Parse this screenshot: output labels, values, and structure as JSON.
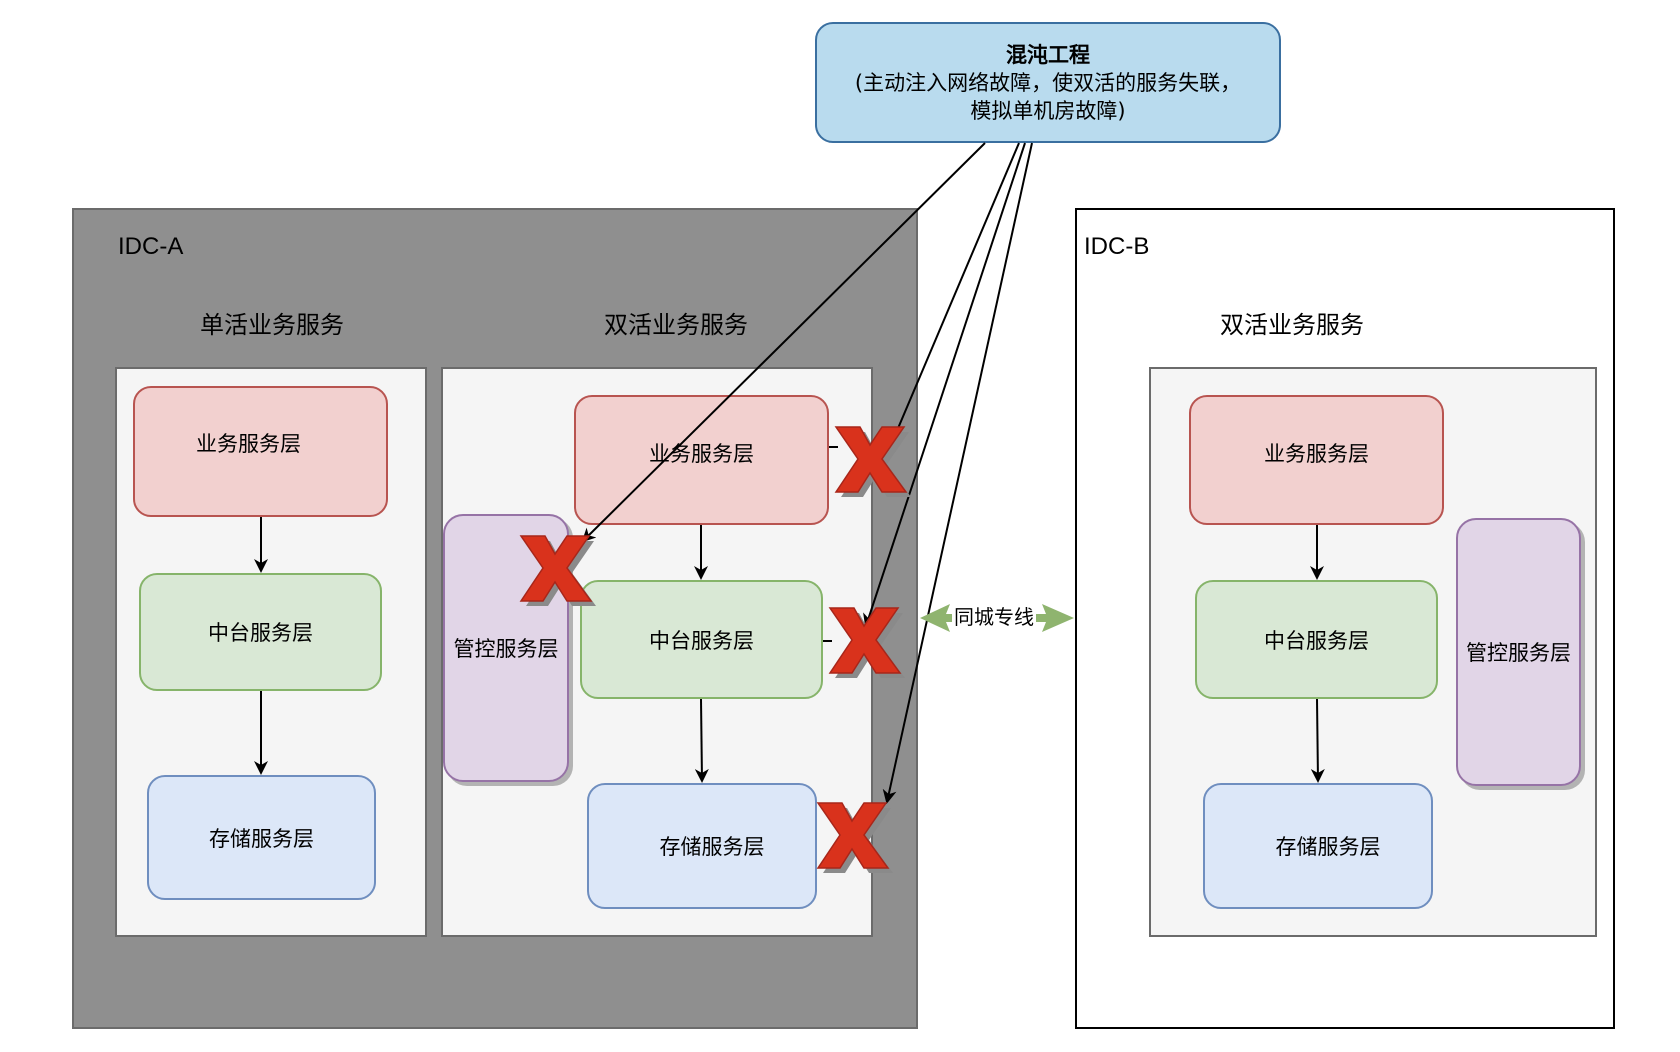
{
  "chaos": {
    "title": "混沌工程",
    "line1": "(主动注入网络故障，使双活的服务失联，",
    "line2": "模拟单机房故障)"
  },
  "idc_a": {
    "label": "IDC-A",
    "single_active": {
      "title": "单活业务服务",
      "business": "业务服务层",
      "middle": "中台服务层",
      "storage": "存储服务层"
    },
    "dual_active": {
      "title": "双活业务服务",
      "business": "业务服务层",
      "middle": "中台服务层",
      "storage": "存储服务层",
      "control": "管控服务层"
    }
  },
  "idc_b": {
    "label": "IDC-B",
    "dual_active": {
      "title": "双活业务服务",
      "business": "业务服务层",
      "middle": "中台服务层",
      "storage": "存储服务层",
      "control": "管控服务层"
    }
  },
  "link": {
    "label": "同城专线"
  },
  "fault_markers": [
    "dual-business",
    "dual-control",
    "dual-middle",
    "dual-storage"
  ],
  "colors": {
    "business": "#f2d0cf",
    "middle": "#d9e8d5",
    "storage": "#dce7f8",
    "control": "#e1d5e7",
    "chaos": "#b9dbee",
    "fault": "#d9321c",
    "link": "#8fb46f"
  }
}
